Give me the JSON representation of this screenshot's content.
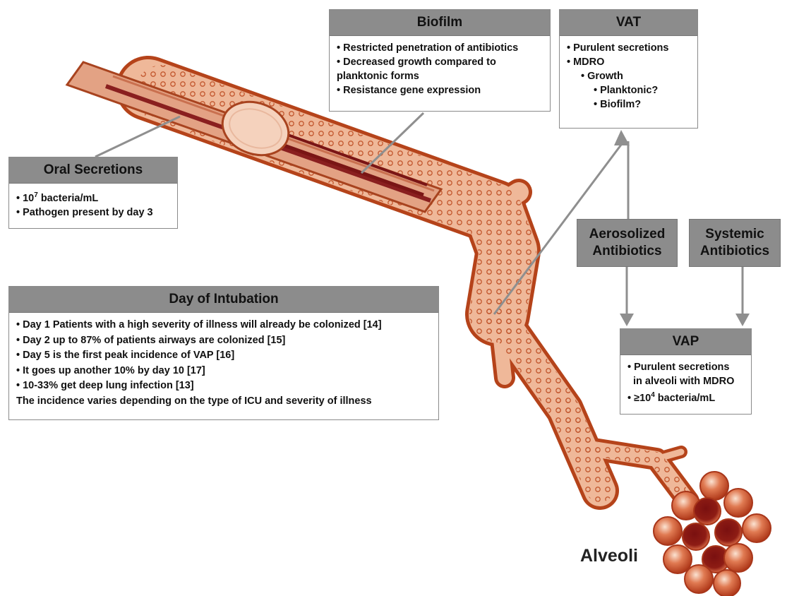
{
  "biofilm": {
    "title": "Biofilm",
    "items": [
      "• Restricted penetration of antibiotics",
      "• Decreased growth compared to",
      "planktonic forms",
      "• Resistance gene expression"
    ]
  },
  "vat": {
    "title": "VAT",
    "items": [
      "• Purulent secretions",
      "• MDRO",
      "• Growth",
      "• Planktonic?",
      "• Biofilm?"
    ]
  },
  "oral": {
    "title": "Oral Secretions",
    "item1_pre": "• 10",
    "item1_sup": "7",
    "item1_post": " bacteria/mL",
    "item2": "• Pathogen present by day 3"
  },
  "intubation": {
    "title": "Day of Intubation",
    "items": [
      "• Day 1 Patients with a high severity of illness will already be colonized [14]",
      "• Day 2 up to 87% of patients airways are colonized [15]",
      "• Day 5 is the first peak incidence of VAP [16]",
      "• It goes up another 10% by day 10 [17]",
      "• 10-33% get deep lung infection [13]",
      "The incidence varies depending on the type of ICU and severity of illness"
    ]
  },
  "aerosolized": {
    "line1": "Aerosolized",
    "line2": "Antibiotics"
  },
  "systemic": {
    "line1": "Systemic",
    "line2": "Antibiotics"
  },
  "vap": {
    "title": "VAP",
    "item1": "• Purulent secretions",
    "item2": "in alveoli with MDRO",
    "item3_pre": "• ≥10",
    "item3_sup": "4",
    "item3_post": " bacteria/mL"
  },
  "alveoli_label": "Alveoli",
  "colors": {
    "airway_fill": "#efb899",
    "airway_outline": "#b5431a",
    "tube_dark": "#8a1f1f",
    "header_gray": "#8c8c8c",
    "connector_gray": "#8f8f8f"
  }
}
